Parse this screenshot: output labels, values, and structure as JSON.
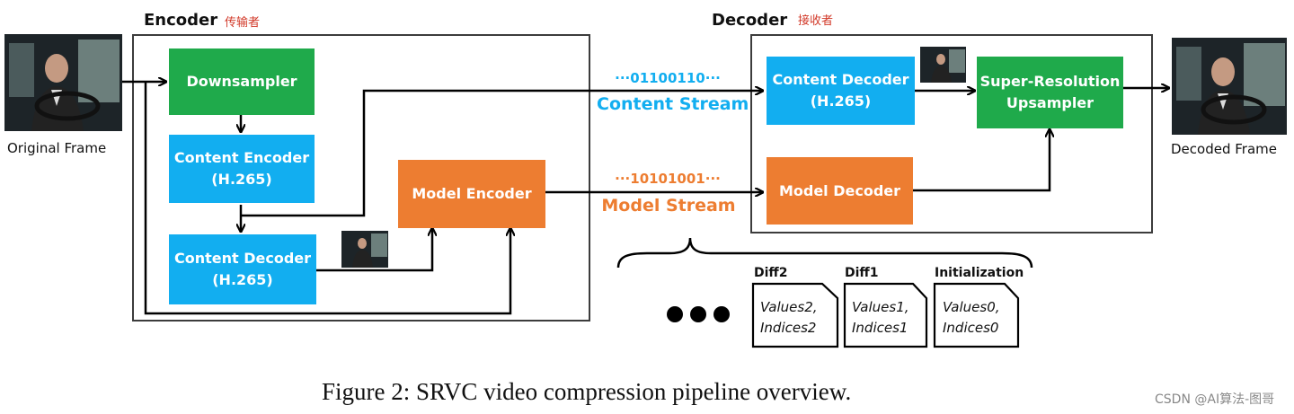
{
  "encoder": {
    "title": "Encoder",
    "subtitle_cn": "传输者"
  },
  "decoder": {
    "title": "Decoder",
    "subtitle_cn": "接收者"
  },
  "blocks": {
    "downsampler": "Downsampler",
    "content_encoder": "Content Encoder\n(H.265)",
    "content_decoder_enc": "Content Decoder\n(H.265)",
    "model_encoder": "Model Encoder",
    "content_decoder_dec": "Content Decoder\n(H.265)",
    "model_decoder": "Model Decoder",
    "sr_upsampler": "Super-Resolution\nUpsampler"
  },
  "streams": {
    "content_bits": "···01100110···",
    "content_label": "Content Stream",
    "model_bits": "···10101001···",
    "model_label": "Model Stream"
  },
  "frames": {
    "original": "Original Frame",
    "decoded": "Decoded Frame"
  },
  "model_stream_docs": [
    {
      "title": "Diff2",
      "text": "Values2,\nIndices2"
    },
    {
      "title": "Diff1",
      "text": "Values1,\nIndices1"
    },
    {
      "title": "Initialization",
      "text": "Values0,\nIndices0"
    }
  ],
  "caption": "Figure 2: SRVC video compression pipeline overview.",
  "watermark": "CSDN @AI算法-图哥",
  "colors": {
    "green": "#1faa4b",
    "blue": "#12aef0",
    "orange": "#ed7d31",
    "content_stream": "#12aef0",
    "model_stream": "#ed7d31"
  }
}
